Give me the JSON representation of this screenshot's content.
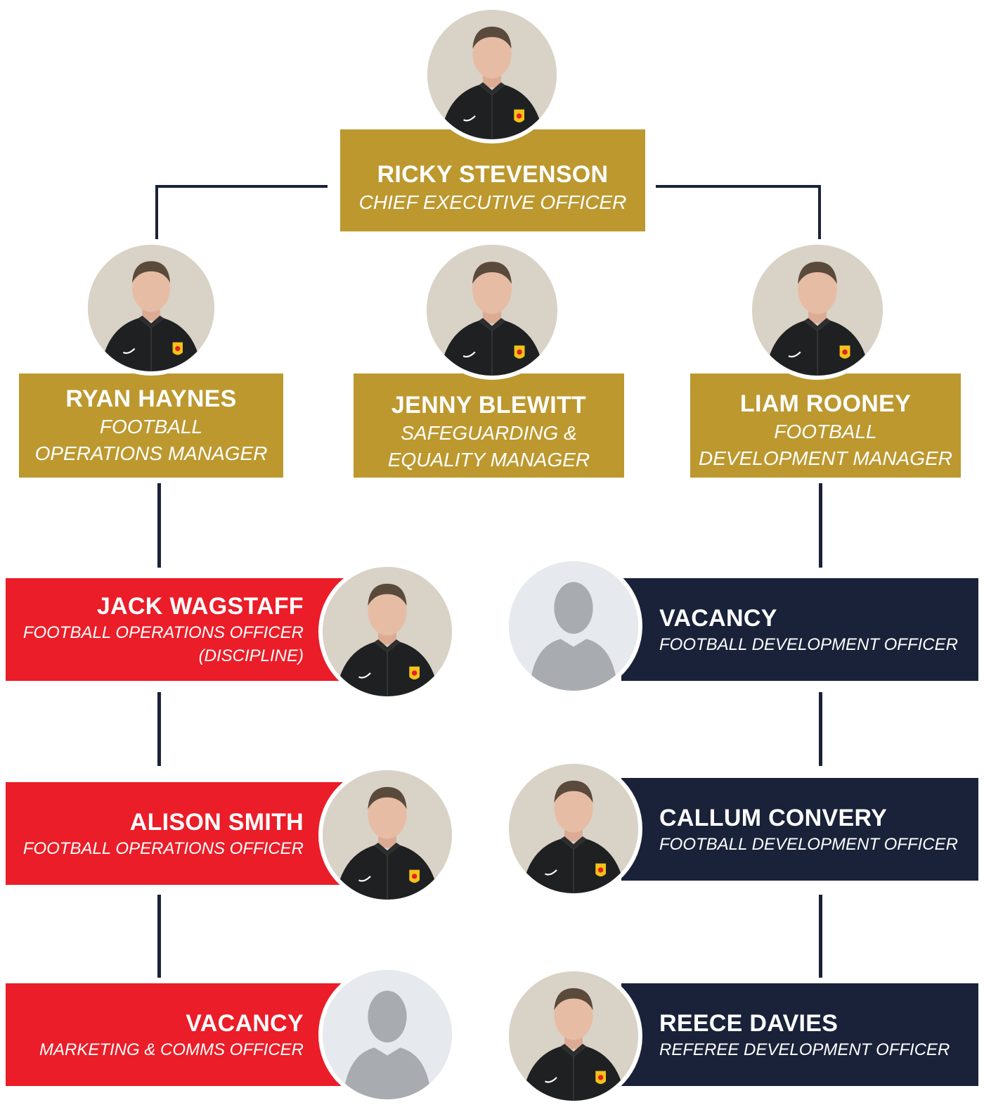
{
  "colors": {
    "gold": "#bc982f",
    "red": "#ea1d28",
    "navy": "#192239",
    "connector": "#1a2238",
    "jacket": "#1f2021",
    "badge": "#f3c318",
    "placeholder_bg": "#e6e9ee",
    "placeholder_figure": "#a8abaf"
  },
  "ceo": {
    "name": "RICKY STEVENSON",
    "role": "CHIEF EXECUTIVE OFFICER",
    "photo": "staff-portrait-icon"
  },
  "managers": [
    {
      "name": "RYAN HAYNES",
      "role_lines": [
        "FOOTBALL",
        "OPERATIONS MANAGER"
      ],
      "photo": "staff-portrait-icon"
    },
    {
      "name": "JENNY BLEWITT",
      "role_lines": [
        "SAFEGUARDING &",
        "EQUALITY MANAGER"
      ],
      "photo": "staff-portrait-icon"
    },
    {
      "name": "LIAM ROONEY",
      "role_lines": [
        "FOOTBALL",
        "DEVELOPMENT MANAGER"
      ],
      "photo": "staff-portrait-icon"
    }
  ],
  "operations_team": [
    {
      "name": "JACK WAGSTAFF",
      "role_lines": [
        "FOOTBALL OPERATIONS OFFICER",
        "(DISCIPLINE)"
      ],
      "photo": "staff-portrait-icon"
    },
    {
      "name": "ALISON SMITH",
      "role_lines": [
        "FOOTBALL OPERATIONS OFFICER"
      ],
      "photo": "staff-portrait-icon"
    },
    {
      "name": "VACANCY",
      "role_lines": [
        "MARKETING & COMMS OFFICER"
      ],
      "photo": "vacancy-silhouette-icon"
    }
  ],
  "development_team": [
    {
      "name": "VACANCY",
      "role_lines": [
        "FOOTBALL DEVELOPMENT OFFICER"
      ],
      "photo": "vacancy-silhouette-icon"
    },
    {
      "name": "CALLUM CONVERY",
      "role_lines": [
        "FOOTBALL DEVELOPMENT OFFICER"
      ],
      "photo": "staff-portrait-icon"
    },
    {
      "name": "REECE DAVIES",
      "role_lines": [
        "REFEREE DEVELOPMENT OFFICER"
      ],
      "photo": "staff-portrait-icon"
    }
  ]
}
